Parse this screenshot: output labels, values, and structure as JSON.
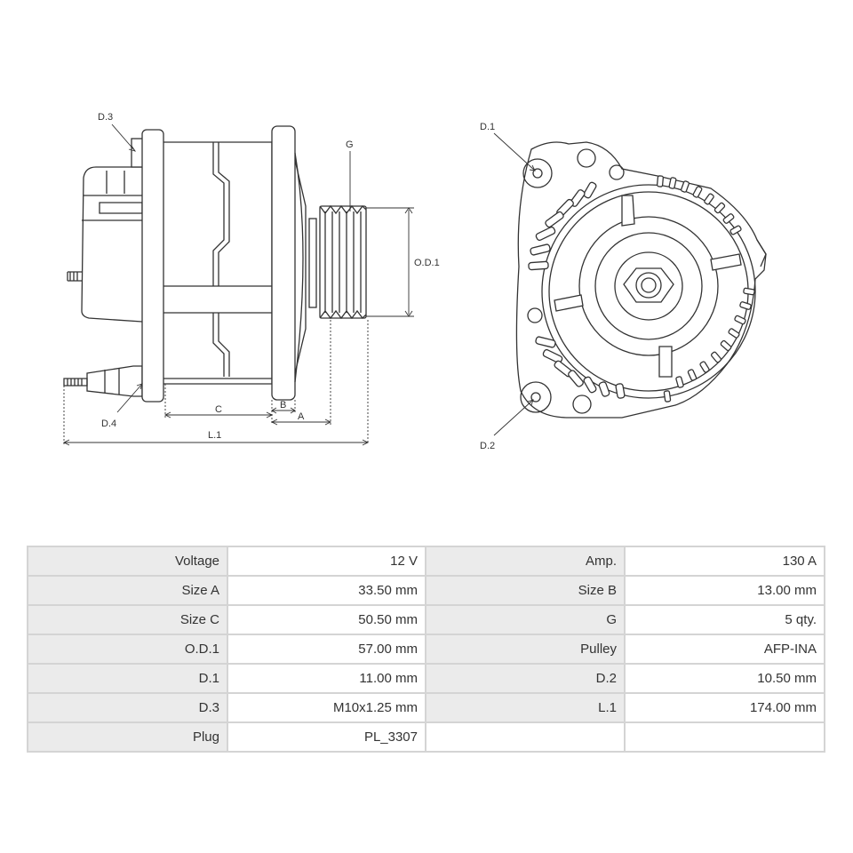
{
  "diagram": {
    "side_labels": {
      "d3": "D.3",
      "d4": "D.4",
      "g": "G",
      "od1": "O.D.1",
      "c": "C",
      "b": "B",
      "a": "A",
      "l1": "L.1"
    },
    "front_labels": {
      "d1": "D.1",
      "d2": "D.2"
    }
  },
  "specs": {
    "rows": [
      {
        "label_1": "Voltage",
        "value_1": "12 V",
        "label_2": "Amp.",
        "value_2": "130 A"
      },
      {
        "label_1": "Size A",
        "value_1": "33.50 mm",
        "label_2": "Size B",
        "value_2": "13.00 mm"
      },
      {
        "label_1": "Size C",
        "value_1": "50.50 mm",
        "label_2": "G",
        "value_2": "5 qty."
      },
      {
        "label_1": "O.D.1",
        "value_1": "57.00 mm",
        "label_2": "Pulley",
        "value_2": "AFP-INA"
      },
      {
        "label_1": "D.1",
        "value_1": "11.00 mm",
        "label_2": "D.2",
        "value_2": "10.50 mm"
      },
      {
        "label_1": "D.3",
        "value_1": "M10x1.25 mm",
        "label_2": "L.1",
        "value_2": "174.00 mm"
      },
      {
        "label_1": "Plug",
        "value_1": "PL_3307",
        "label_2": "",
        "value_2": ""
      }
    ]
  }
}
